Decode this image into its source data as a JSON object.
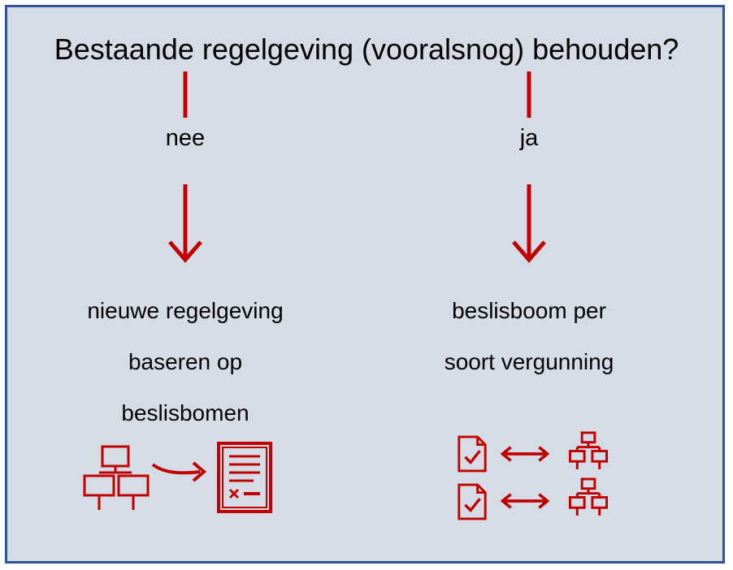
{
  "question": "Bestaande regelgeving (vooralsnog) behouden?",
  "branches": [
    {
      "answer": "nee",
      "lines": [
        "nieuwe regelgeving",
        "baseren op",
        "beslisbomen"
      ]
    },
    {
      "answer": "ja",
      "lines": [
        "beslisboom per",
        "soort vergunning"
      ]
    }
  ],
  "colors": {
    "accent": "#c00000",
    "background": "#d6dce5",
    "border": "#2f5597"
  }
}
